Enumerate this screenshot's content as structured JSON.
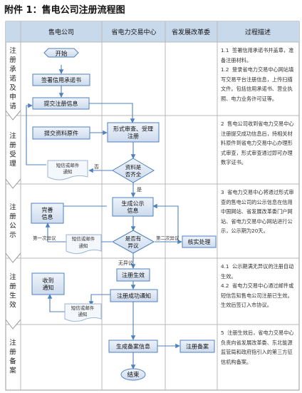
{
  "title": "附件 1：售电公司注册流程图",
  "columns": {
    "company": "售电公司",
    "center": "省电力交易中心",
    "ndrc": "省发展改革委",
    "desc": "过程描述"
  },
  "phases": [
    {
      "label": "注册承诺及申请"
    },
    {
      "label": "注册受理"
    },
    {
      "label": "注册公示"
    },
    {
      "label": "注册生效"
    },
    {
      "label": "注册备案"
    }
  ],
  "nodes": {
    "start": "开始",
    "sign": "签署信用承诺书",
    "submit_info": "提交注册信息",
    "submit_original": "提交资料原件",
    "review": [
      "形式审查、受理",
      "注册"
    ],
    "complete_q": [
      "资料是",
      "否齐全"
    ],
    "notice_sms_1": [
      "短信或邮件",
      "通知"
    ],
    "no_label": "否",
    "yes_label": "是",
    "gen_notice": [
      "生成公示",
      "信息"
    ],
    "perfect_info": [
      "完善",
      "信息"
    ],
    "objection_q": [
      "是否有",
      "异议"
    ],
    "first_objection": "第一次异议",
    "second_objection": "第二次异议",
    "notice_sms_2": [
      "短信或邮件",
      "通知"
    ],
    "verify": "核实处理",
    "no_objection": "无异议",
    "reg_effective": "注册生效",
    "reg_success": "注册成功通知",
    "receive_notice": [
      "收到",
      "通知"
    ],
    "notice_sms_3": [
      "短信或邮件",
      "通知"
    ],
    "gen_filing": "生成备案信息",
    "filing": "注册备案",
    "end": "结束"
  },
  "descriptions": [
    {
      "text": "1.1  签署信用承诺书并盖章，准备注册材料。\n1.2  登录省电力交易中心网站填写交易平台注册信息，上传扫描文件。包括信用承诺书、营业执照、电力业务许可证等。"
    },
    {
      "text": "2  售电公司收到省电力交易中心注册提交成功信息后，持相关材料原件到省电力交易中心办理形式审查，形式审查通过即可办理数字证书。"
    },
    {
      "text": "3  省电力交易中心将通过形式审查的售电公司的公示信息在信用中国网站、省发展改革委门户网站、省电力交易中心网站进行公示，公示期为20天。"
    },
    {
      "text": "4.1  公示期满无异议的注册自动生效。\n4.2  省电力交易中心通过邮件或短信告知售电公司注册已生效。生效后签订入市协议。"
    },
    {
      "text": "5  注册生效后，省电力交易中心负责向省发展改革委、东北能源监管局和政府指引入的第三方征信机构备案。"
    }
  ],
  "colors": {
    "header_bg": "#c9d9ec",
    "box_border": "#4f81bd",
    "box_bg": "#dbe6f3",
    "arrow": "#4f81bd",
    "line": "#9fb6d3"
  }
}
